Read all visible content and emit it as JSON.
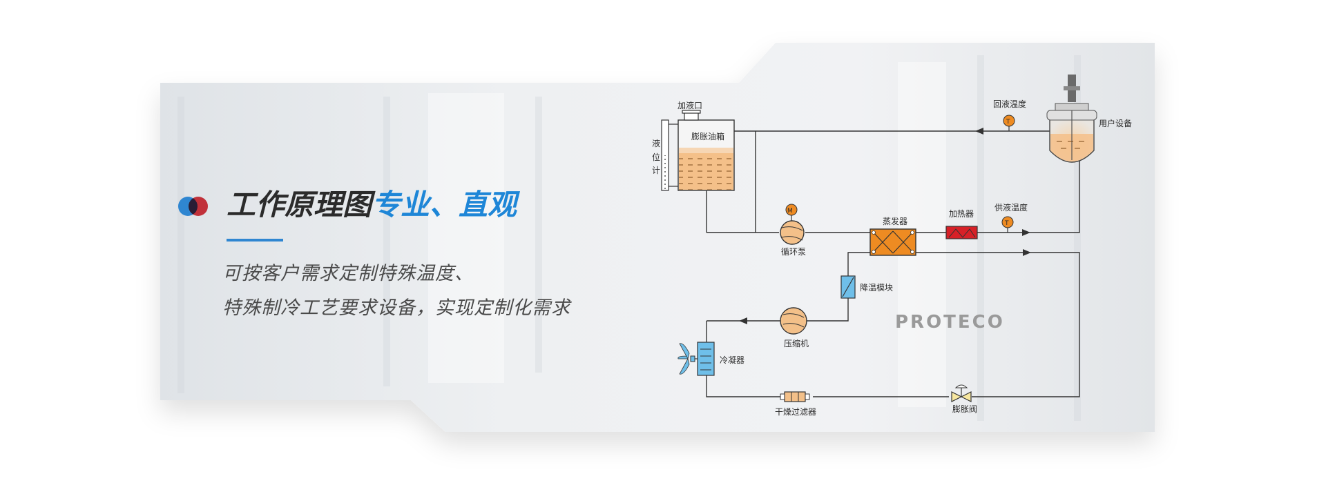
{
  "heading": {
    "part_dark": "工作原理图",
    "part_blue": "专业、直观"
  },
  "description": {
    "line1": "可按客户需求定制特殊温度、",
    "line2": "特殊制冷工艺要求设备，实现定制化需求"
  },
  "diagram": {
    "labels": {
      "fill_port": "加液口",
      "expansion_tank": "膨胀油箱",
      "level_gauge_1": "液",
      "level_gauge_2": "位",
      "level_gauge_3": "计",
      "return_temp": "回液温度",
      "user_equipment": "用户设备",
      "motor_mark": "M",
      "circulation_pump": "循环泵",
      "evaporator": "蒸发器",
      "heater": "加热器",
      "supply_temp": "供液温度",
      "temp_mark": "T",
      "cooling_module": "降温模块",
      "compressor": "压缩机",
      "condenser": "冷凝器",
      "dry_filter": "干燥过滤器",
      "expansion_valve": "膨胀阀"
    },
    "watermark": "PROTECO"
  },
  "colors": {
    "accent_blue": "#1e86d7",
    "accent_red": "#d8242f",
    "evaporator": "#ee8b22",
    "heater": "#d72027",
    "condenser": "#6fbfe9",
    "oil": "#f4c089"
  }
}
